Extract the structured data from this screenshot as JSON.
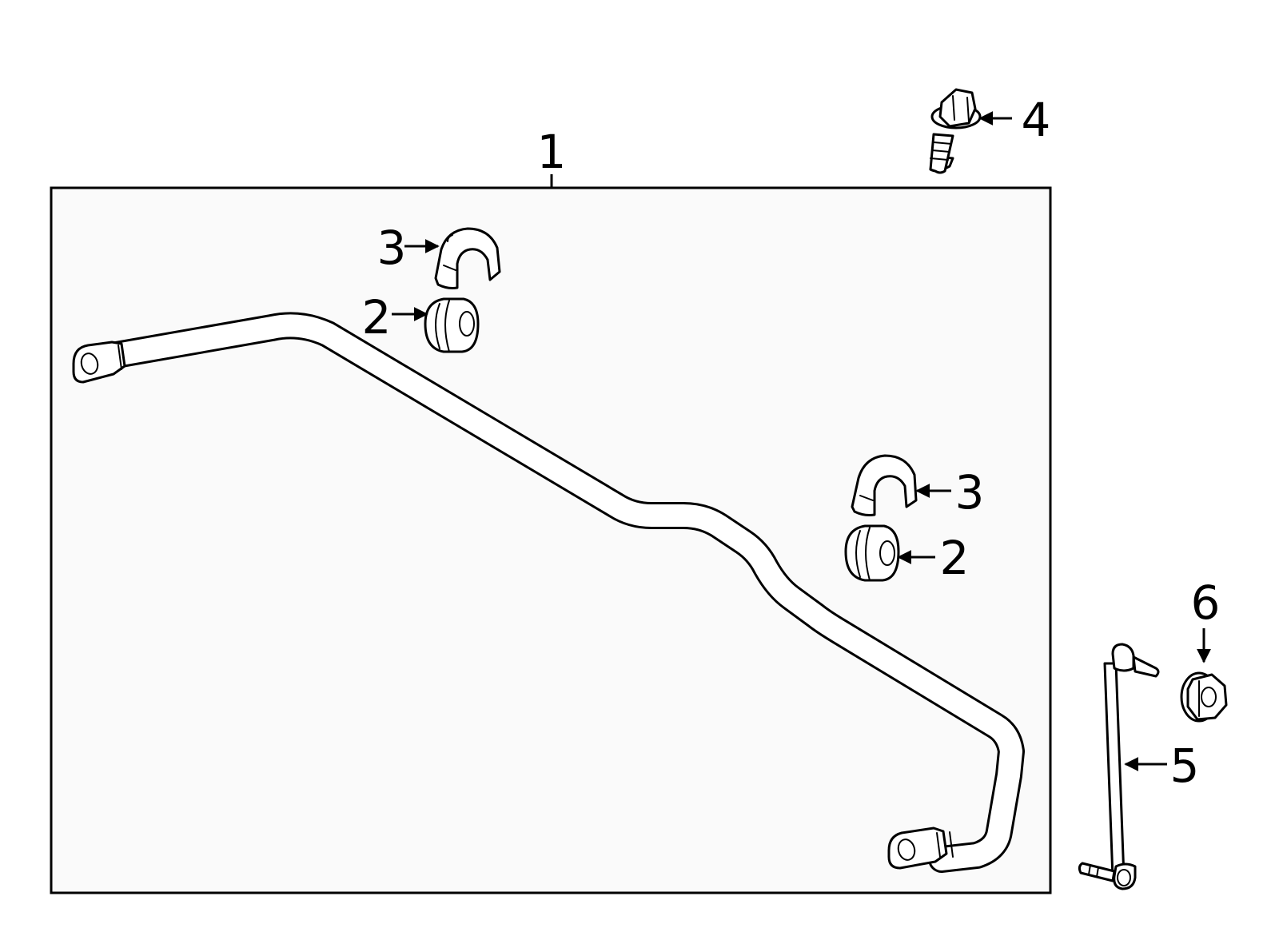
{
  "diagram": {
    "colors": {
      "line": "#000000",
      "frame_fill": "#fafafa",
      "background": "#ffffff"
    },
    "callouts": {
      "frame": "1",
      "bushing_upper_left": "2",
      "bracket_upper_left": "3",
      "bolt": "4",
      "link": "5",
      "nut": "6",
      "bracket_right": "3",
      "bushing_right": "2"
    },
    "parts": [
      {
        "callout": "1",
        "icon": "stabilizer-bar-icon"
      },
      {
        "callout": "2",
        "icon": "bushing-icon"
      },
      {
        "callout": "3",
        "icon": "bracket-icon"
      },
      {
        "callout": "4",
        "icon": "bolt-icon"
      },
      {
        "callout": "5",
        "icon": "stabilizer-link-icon"
      },
      {
        "callout": "6",
        "icon": "nut-icon"
      }
    ]
  }
}
